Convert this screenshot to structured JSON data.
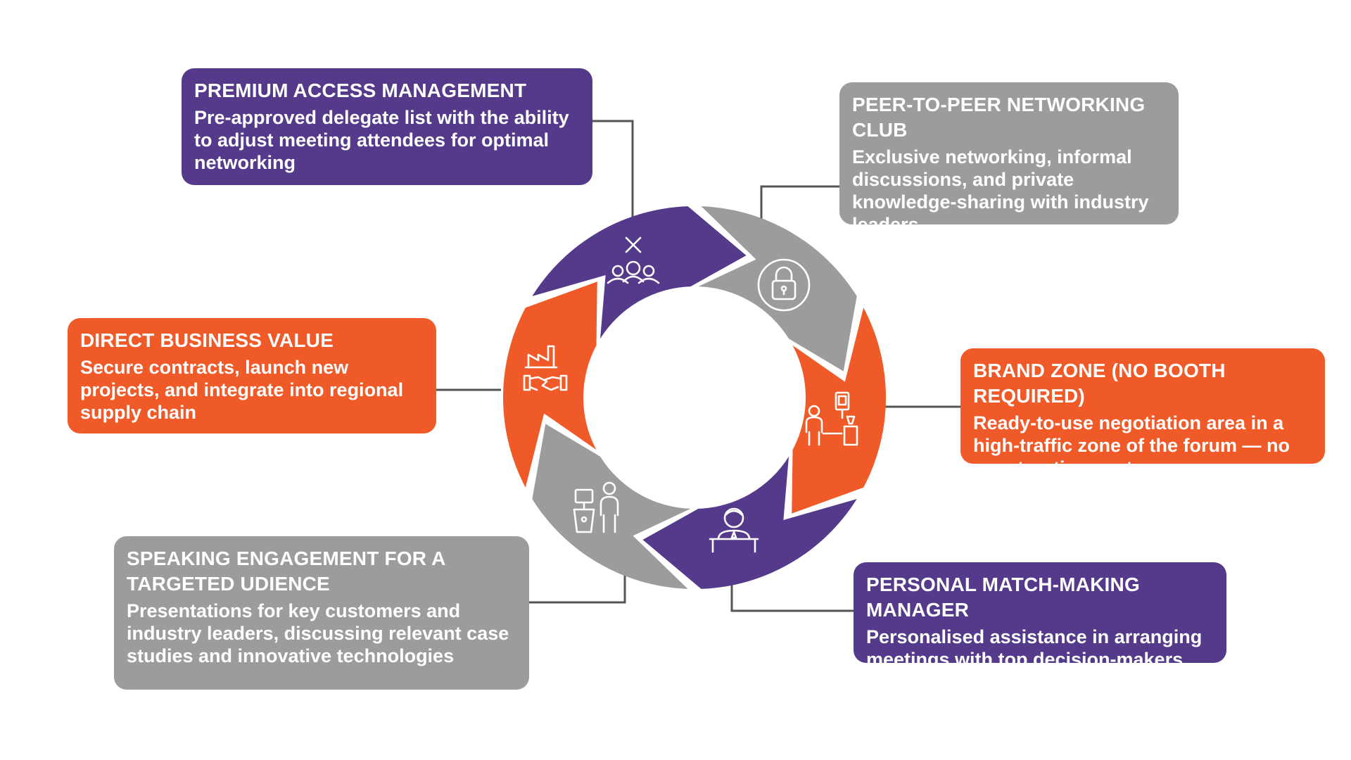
{
  "colors": {
    "purple": "#553A8B",
    "gray": "#9C9C9C",
    "orange": "#F05A28",
    "connector": "#555555",
    "white": "#FFFFFF"
  },
  "segments": [
    {
      "id": "premium",
      "color": "purple",
      "icon": "people-cross-icon"
    },
    {
      "id": "peer",
      "color": "gray",
      "icon": "lock-icon"
    },
    {
      "id": "brand",
      "color": "orange",
      "icon": "booth-presenter-icon"
    },
    {
      "id": "personal",
      "color": "purple",
      "icon": "manager-desk-icon"
    },
    {
      "id": "speaking",
      "color": "gray",
      "icon": "speaker-podium-icon"
    },
    {
      "id": "direct",
      "color": "orange",
      "icon": "factory-handshake-icon"
    }
  ],
  "cards": {
    "premium": {
      "color": "purple",
      "title": "PREMIUM ACCESS MANAGEMENT",
      "desc": "Pre-approved delegate list with the ability to adjust meeting attendees for optimal networking"
    },
    "peer": {
      "color": "gray",
      "title": "PEER-TO-PEER NETWORKING CLUB",
      "desc": "Exclusive networking, informal discussions, and private knowledge-sharing with industry leaders"
    },
    "direct": {
      "color": "orange",
      "title": "DIRECT BUSINESS VALUE",
      "desc": "Secure contracts, launch new projects, and integrate into regional supply chain"
    },
    "brand": {
      "color": "orange",
      "title": "BRAND ZONE (NO BOOTH REQUIRED)",
      "desc": "Ready-to-use negotiation area in a high-traffic zone of the forum — no construction costs"
    },
    "speaking": {
      "color": "gray",
      "title": "SPEAKING ENGAGEMENT FOR A TARGETED UDIENCE",
      "desc": "Presentations for key customers and industry leaders, discussing relevant case studies and innovative technologies"
    },
    "personal": {
      "color": "purple",
      "title": "PERSONAL MATCH-MAKING MANAGER",
      "desc": "Personalised assistance in arranging meetings with top decision-makers"
    }
  }
}
